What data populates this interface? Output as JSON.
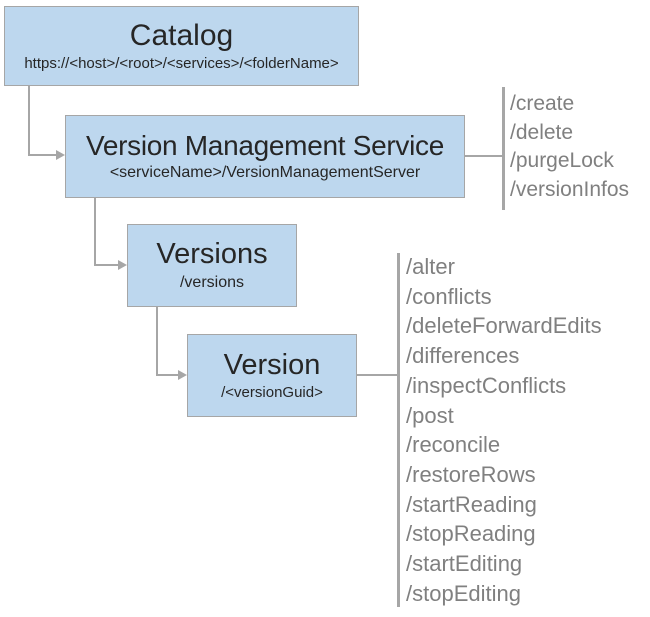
{
  "diagram": {
    "nodes": {
      "catalog": {
        "title": "Catalog",
        "subtitle": "https://<host>/<root>/<services>/<folderName>"
      },
      "version_management_service": {
        "title": "Version Management Service",
        "subtitle": "<serviceName>/VersionManagementServer"
      },
      "versions": {
        "title": "Versions",
        "subtitle": "/versions"
      },
      "version": {
        "title": "Version",
        "subtitle": "/<versionGuid>"
      }
    },
    "operations": {
      "version_management_service": [
        "/create",
        "/delete",
        "/purgeLock",
        "/versionInfos"
      ],
      "version": [
        "/alter",
        "/conflicts",
        "/deleteForwardEdits",
        "/differences",
        "/inspectConflicts",
        "/post",
        "/reconcile",
        "/restoreRows",
        "/startReading",
        "/stopReading",
        "/startEditing",
        "/stopEditing"
      ]
    },
    "colors": {
      "node_fill": "#bdd7ee",
      "node_border": "#a6a6a6",
      "connector": "#a6a6a6",
      "operation_text": "#808080",
      "title_text": "#262626",
      "background": "#ffffff"
    }
  }
}
